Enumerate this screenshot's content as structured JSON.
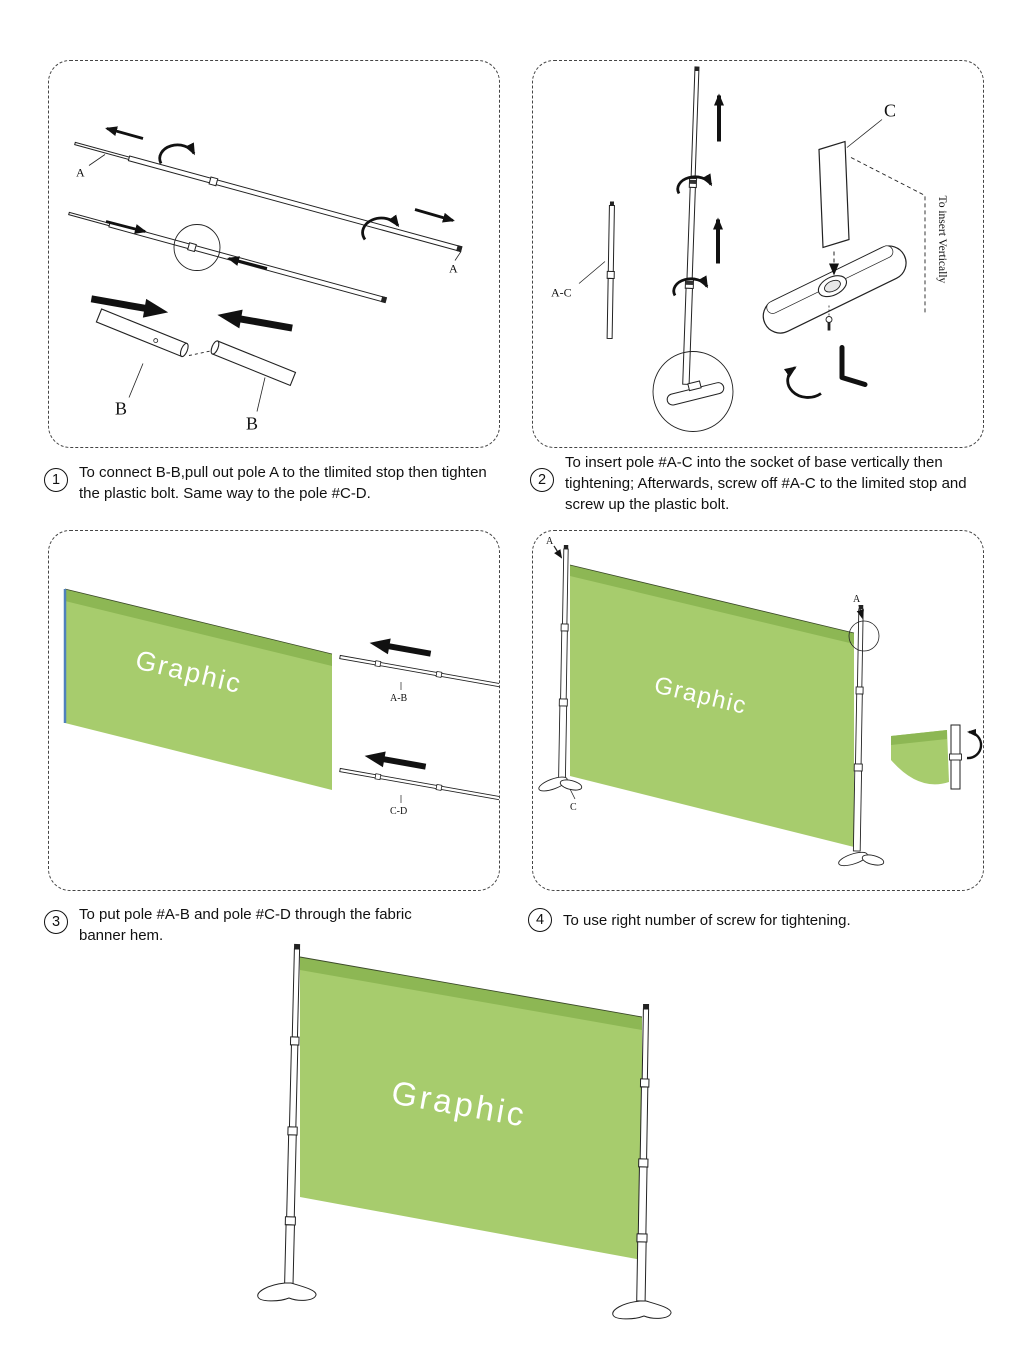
{
  "steps": [
    {
      "num": "1",
      "text": "To connect B-B,pull out pole A to the tlimited stop then tighten the plastic bolt. Same way to the pole #C-D."
    },
    {
      "num": "2",
      "text": "To insert pole #A-C into the socket of base vertically then tightening; Afterwards, screw off #A-C to the limited stop and screw up the plastic bolt."
    },
    {
      "num": "3",
      "text": "To put pole #A-B and pole #C-D through the fabric banner hem."
    },
    {
      "num": "4",
      "text": "To use right number of screw for tightening."
    }
  ],
  "panel1": {
    "label_a_left": "A",
    "label_a_right": "A",
    "label_b_left": "B",
    "label_b_right": "B"
  },
  "panel2": {
    "label_ac": "A-C",
    "label_c": "C",
    "note_vertical": "To insert Vertically"
  },
  "panel3": {
    "banner_text": "Graphic",
    "label_ab": "A-B",
    "label_cd": "C-D"
  },
  "panel4": {
    "banner_text": "Graphic",
    "label_a_left": "A",
    "label_a_right": "A",
    "label_c": "C"
  },
  "final_assembly": {
    "banner_text": "Graphic"
  },
  "colors": {
    "banner_green": "#a7cc6d",
    "banner_hem": "#8db754",
    "edge_blue": "#4f81bd",
    "ink": "#111111"
  }
}
